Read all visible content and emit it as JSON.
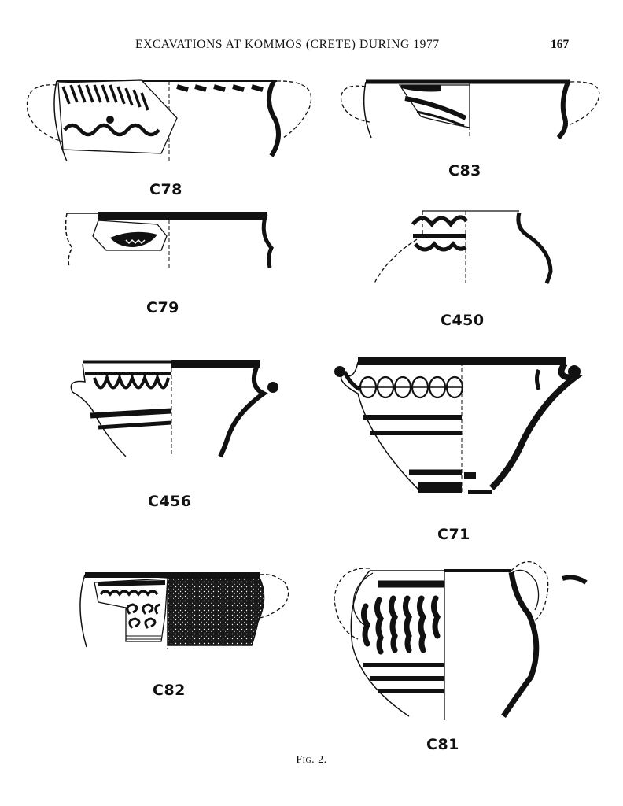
{
  "header": {
    "title": "EXCAVATIONS AT KOMMOS (CRETE) DURING 1977",
    "page_number": "167"
  },
  "figures": [
    {
      "id": "C78",
      "label": "C78"
    },
    {
      "id": "C83",
      "label": "C83"
    },
    {
      "id": "C79",
      "label": "C79"
    },
    {
      "id": "C450",
      "label": "C450"
    },
    {
      "id": "C456",
      "label": "C456"
    },
    {
      "id": "C71",
      "label": "C71"
    },
    {
      "id": "C82",
      "label": "C82"
    },
    {
      "id": "C81",
      "label": "C81"
    }
  ],
  "caption": "Fig. 2."
}
